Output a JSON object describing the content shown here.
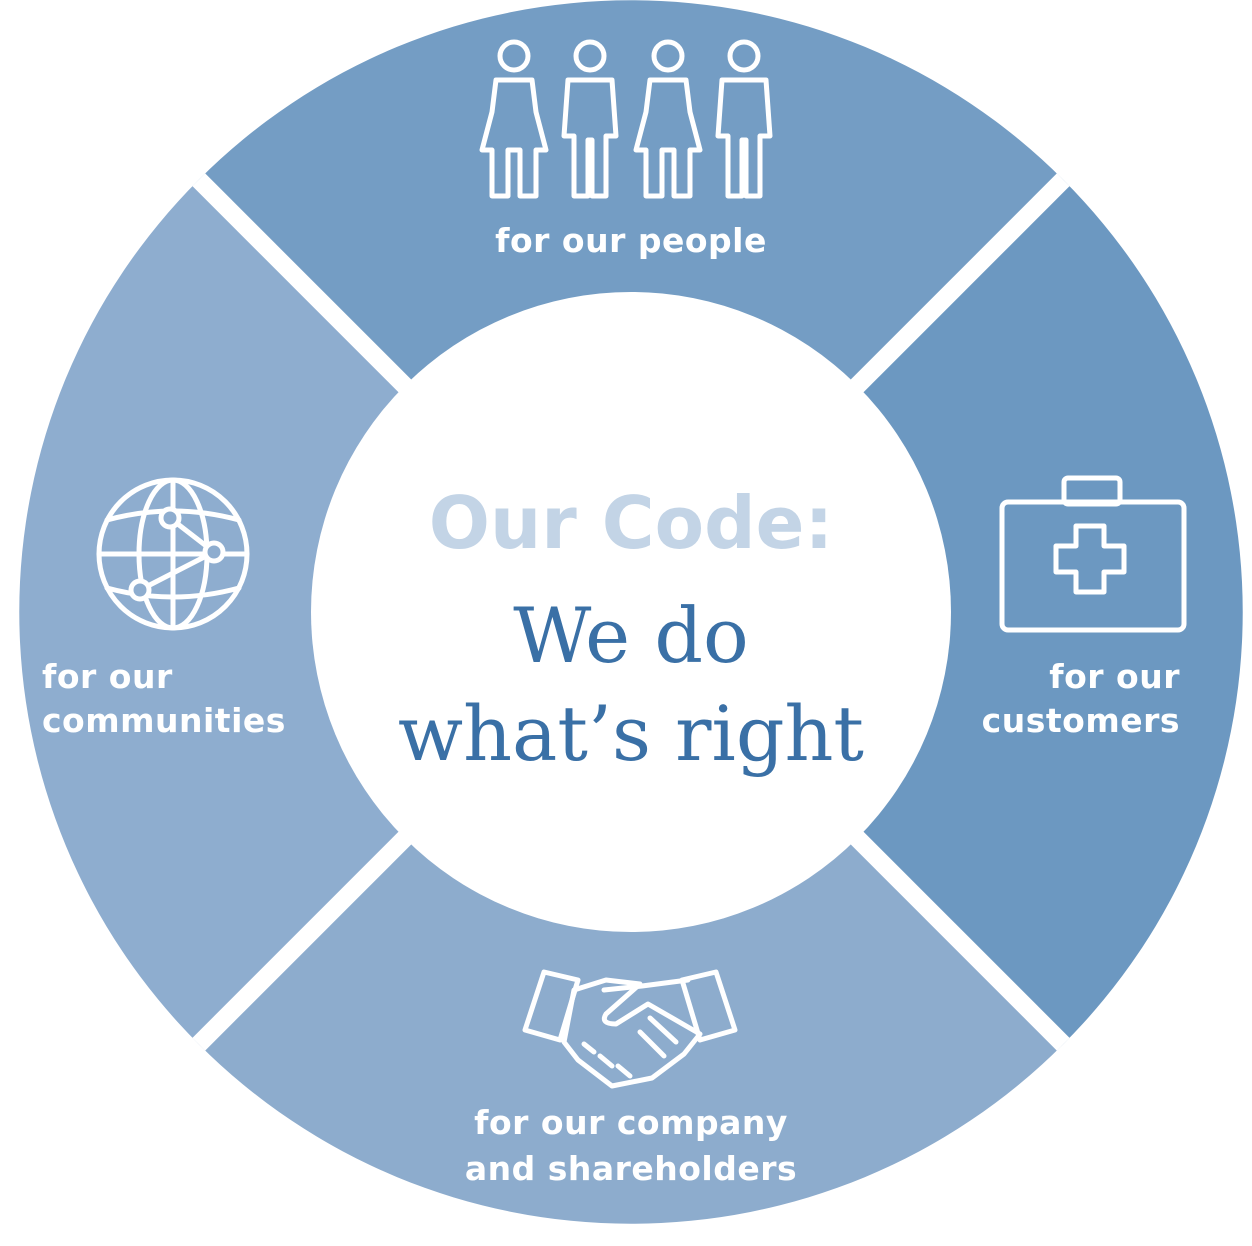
{
  "center": {
    "heading": "Our Code:",
    "tagline_line1": "We do",
    "tagline_line2": "what’s right"
  },
  "segments": {
    "people": {
      "label": "for our people",
      "icon": "people-icon",
      "color": "#749dc4"
    },
    "customers": {
      "label_line1": "for our",
      "label_line2": "customers",
      "icon": "first-aid-kit-icon",
      "color": "#6c98c1"
    },
    "company": {
      "label_line1": "for our company",
      "label_line2": "and shareholders",
      "icon": "handshake-icon",
      "color": "#8daccd"
    },
    "communities": {
      "label_line1": "for our",
      "label_line2": "communities",
      "icon": "globe-icon",
      "color": "#8eadcf"
    }
  },
  "colors": {
    "heading": "#c3d4e6",
    "tagline": "#3a70a6",
    "center_fill": "#ffffff",
    "divider": "#ffffff"
  }
}
